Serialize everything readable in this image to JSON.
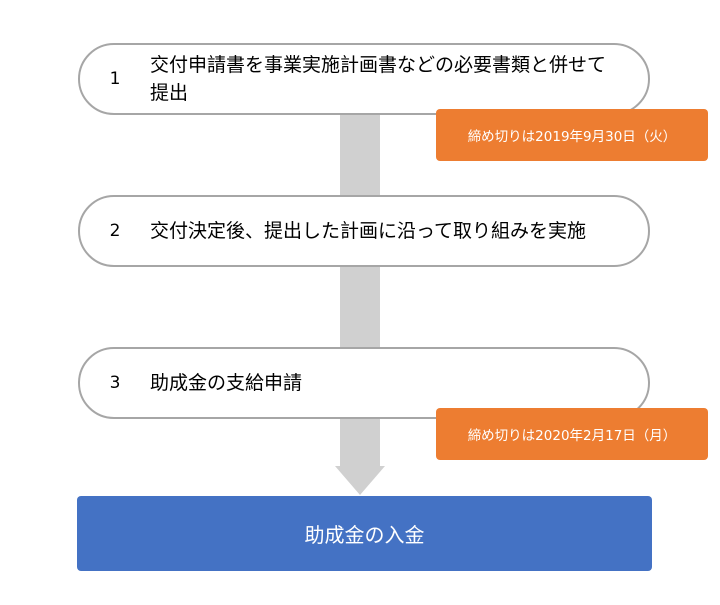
{
  "steps": [
    {
      "number": "1",
      "text": "交付申請書を事業実施計画書などの必要書類と併せて提出"
    },
    {
      "number": "2",
      "text": "交付決定後、提出した計画に沿って取り組みを実施"
    },
    {
      "number": "3",
      "text": "助成金の支給申請"
    }
  ],
  "deadlines": [
    {
      "text": "締め切りは2019年9月30日（火）"
    },
    {
      "text": "締め切りは2020年2月17日（月）"
    }
  ],
  "final": {
    "text": "助成金の入金"
  },
  "colors": {
    "deadline": "#ed7d31",
    "final": "#4472c4",
    "connector": "#d0d0d0",
    "border": "#a6a6a6"
  }
}
